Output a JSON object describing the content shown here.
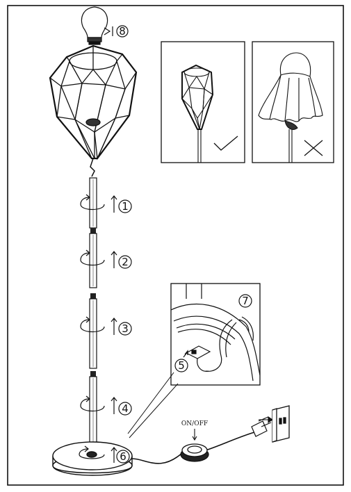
{
  "diagram": {
    "steps": [
      {
        "id": "step-1",
        "label": "1"
      },
      {
        "id": "step-2",
        "label": "2"
      },
      {
        "id": "step-3",
        "label": "3"
      },
      {
        "id": "step-4",
        "label": "4"
      },
      {
        "id": "step-5",
        "label": "5"
      },
      {
        "id": "step-6",
        "label": "6"
      },
      {
        "id": "step-7",
        "label": "7"
      },
      {
        "id": "step-8",
        "label": "8"
      }
    ],
    "switch_label": "ON/OFF",
    "inset_correct_mark": "✓",
    "inset_wrong_mark": "✕"
  }
}
